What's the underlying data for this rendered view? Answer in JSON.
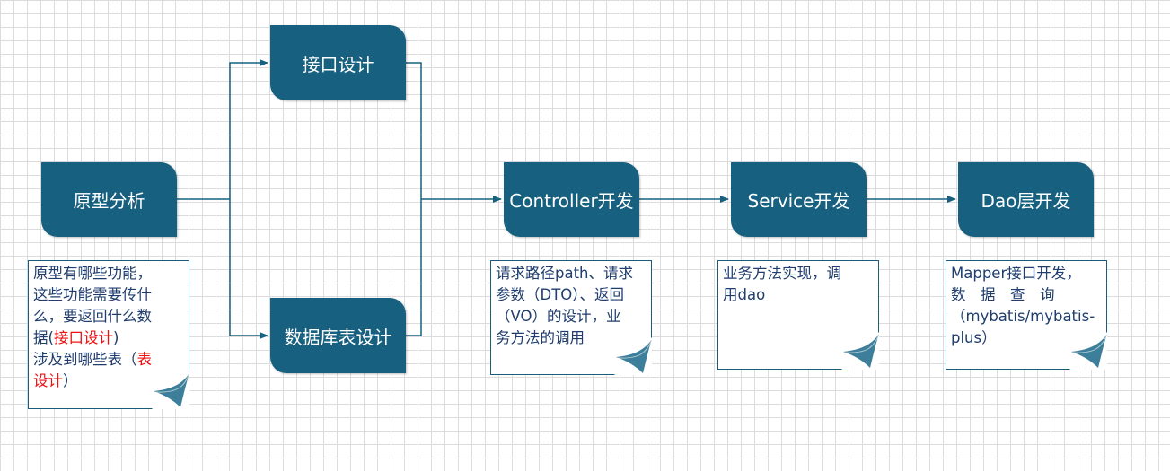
{
  "nodes": {
    "prototype": "原型分析",
    "api_design": "接口设计",
    "db_design": "数据库表设计",
    "controller": "Controller开发",
    "service": "Service开发",
    "dao": "Dao层开发"
  },
  "notes": {
    "prototype": {
      "line1": "原型有哪些功能，",
      "line2": "这些功能需要传什",
      "line3": "么，要返回什么数",
      "line4a": "据(",
      "line4b": "接口设计",
      "line4c": ")",
      "line5a": "涉及到哪些表（",
      "line5b": "表",
      "line6a": "设计",
      "line6b": "）"
    },
    "controller": {
      "line1": "请求路径path、请求",
      "line2": "参数（DTO）、返回",
      "line3": "（VO）的设计，业",
      "line4": "务方法的调用"
    },
    "service": {
      "line1": "业务方法实现，调",
      "line2": "用dao"
    },
    "dao": {
      "line1": "Mapper接口开发，",
      "line2": "数　据　查　询",
      "line3": "（mybatis/mybatis-",
      "line4": "plus）"
    }
  },
  "colors": {
    "node_fill": "#17607f",
    "node_text": "#ffffff",
    "note_text": "#1f3d6e",
    "highlight": "#ee1111"
  }
}
